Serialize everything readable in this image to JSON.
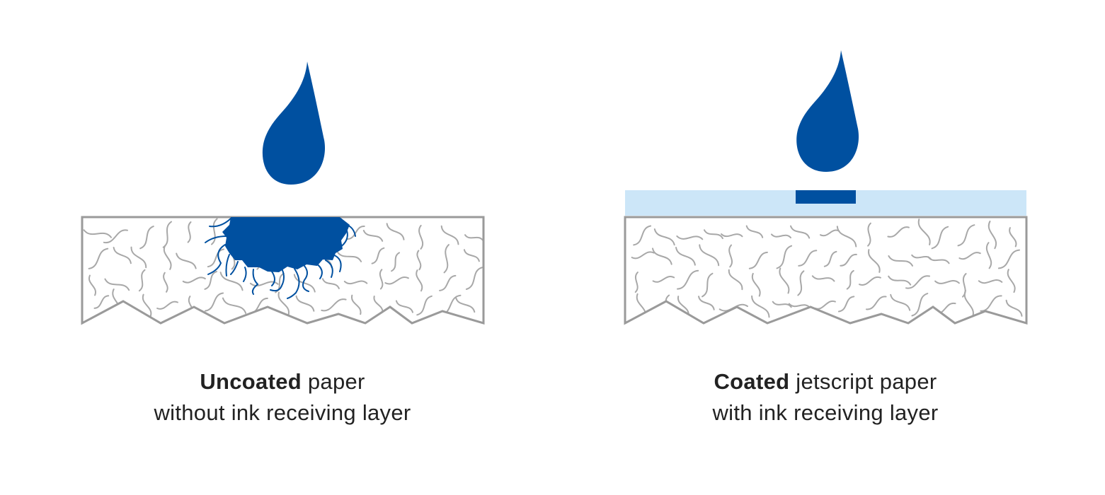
{
  "colors": {
    "ink": "#0050a0",
    "coating": "#cce6f8",
    "paper_outline": "#9a9a9a",
    "fiber": "#a8a8a8",
    "text": "#222222"
  },
  "left": {
    "caption_bold": "Uncoated",
    "caption_rest": " paper",
    "caption_line2": "without ink receiving layer"
  },
  "right": {
    "caption_bold": "Coated",
    "caption_rest": " jetscript paper",
    "caption_line2": "with ink receiving layer"
  }
}
